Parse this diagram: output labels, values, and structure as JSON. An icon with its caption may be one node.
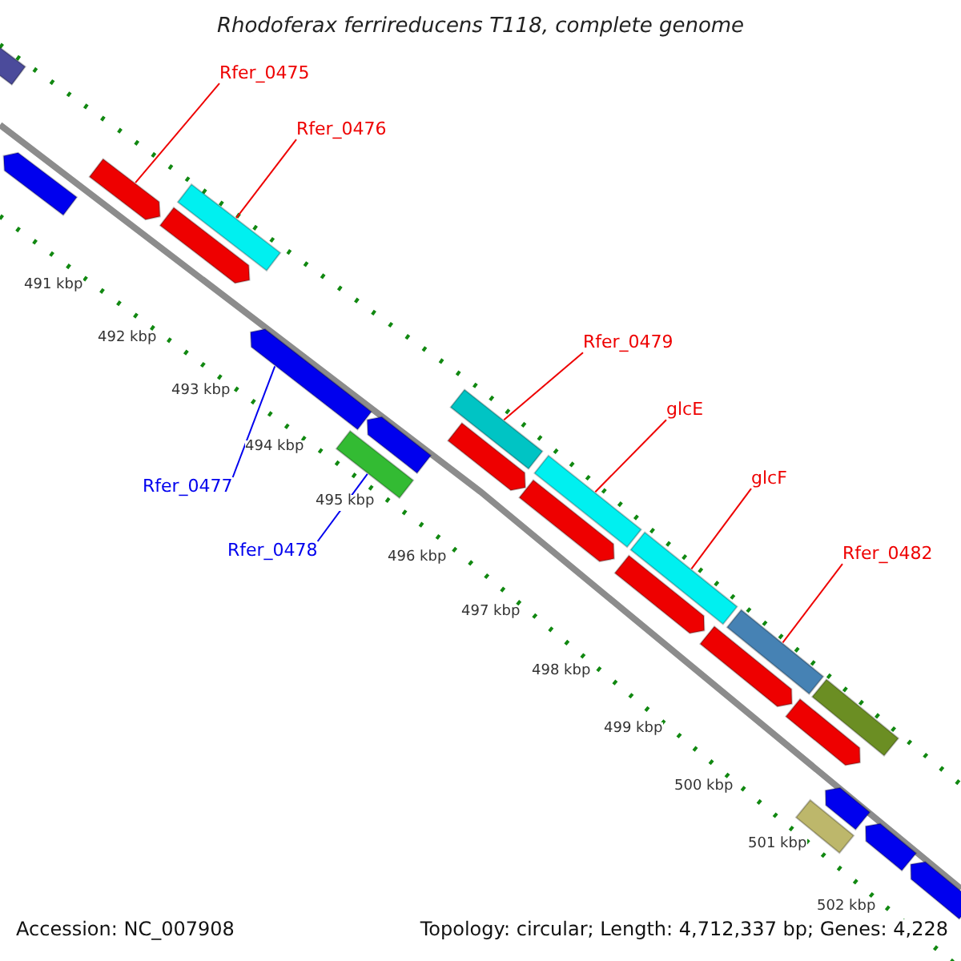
{
  "diagram": {
    "title": "Rhodoferax ferrireducens T118, complete genome",
    "nodes": [
      {
        "text": [
          "Rfer_0475"
        ]
      },
      {
        "text": [
          "Rfer_0476"
        ]
      },
      {
        "text": [
          "Rfer_0479"
        ]
      },
      {
        "text": [
          "glcE"
        ]
      },
      {
        "text": [
          "glcF"
        ]
      },
      {
        "text": [
          "Rfer_0477"
        ]
      },
      {
        "text": [
          "Rfer_0478"
        ]
      },
      {
        "text": [
          "Rfer_0482"
        ]
      },
      {
        "text": [],
        "shape": "bar"
      },
      {
        "text": [],
        "shape": "bar"
      },
      {
        "text": [],
        "shape": "bar"
      },
      {
        "text": [],
        "shape": "bar"
      },
      {
        "text": [],
        "shape": "bar"
      },
      {
        "text": [],
        "shape": "bar"
      },
      {
        "text": [],
        "shape": "bar"
      },
      {
        "text": [],
        "shape": "bar"
      },
      {
        "text": [],
        "shape": "bar"
      },
      {
        "text": [],
        "shape": "bar"
      },
      {
        "text": [],
        "shape": "bar"
      },
      {
        "text": [],
        "shape": "bar"
      },
      {
        "text": [],
        "shape": "bar"
      },
      {
        "text": [],
        "shape": "bar"
      },
      {
        "text": [],
        "shape": "bar"
      },
      {
        "text": [],
        "shape": "bar"
      },
      {
        "text": [],
        "shape": "bar"
      },
      {
        "text": [],
        "shape": "bar"
      },
      {
        "text": [],
        "shape": "bar"
      },
      {
        "text": [],
        "shape": "bar"
      },
      {
        "text": [],
        "shape": "bar"
      },
      {
        "text": [],
        "shape": "bar"
      }
    ],
    "edges": [
      {
        "from": 0,
        "to": 10,
        "arrow": "none"
      },
      {
        "from": 1,
        "to": 12,
        "arrow": "none"
      },
      {
        "from": 2,
        "to": 17,
        "arrow": "none"
      },
      {
        "from": 3,
        "to": 19,
        "arrow": "none"
      },
      {
        "from": 4,
        "to": 21,
        "arrow": "none"
      },
      {
        "from": 5,
        "to": 13,
        "arrow": "none",
        "color": "#0000ee"
      },
      {
        "from": 6,
        "to": 14,
        "arrow": "none",
        "color": "#0000ee"
      },
      {
        "from": 7,
        "to": 23,
        "arrow": "none"
      }
    ],
    "labels": [
      "491 kbp",
      "492 kbp",
      "493 kbp",
      "494 kbp",
      "495 kbp",
      "496 kbp",
      "497 kbp",
      "498 kbp",
      "499 kbp",
      "500 kbp",
      "501 kbp",
      "502 kbp",
      "Accession: NC_007908",
      "Topology: circular; Length: 4,712,337 bp; Genes: 4,228"
    ]
  }
}
